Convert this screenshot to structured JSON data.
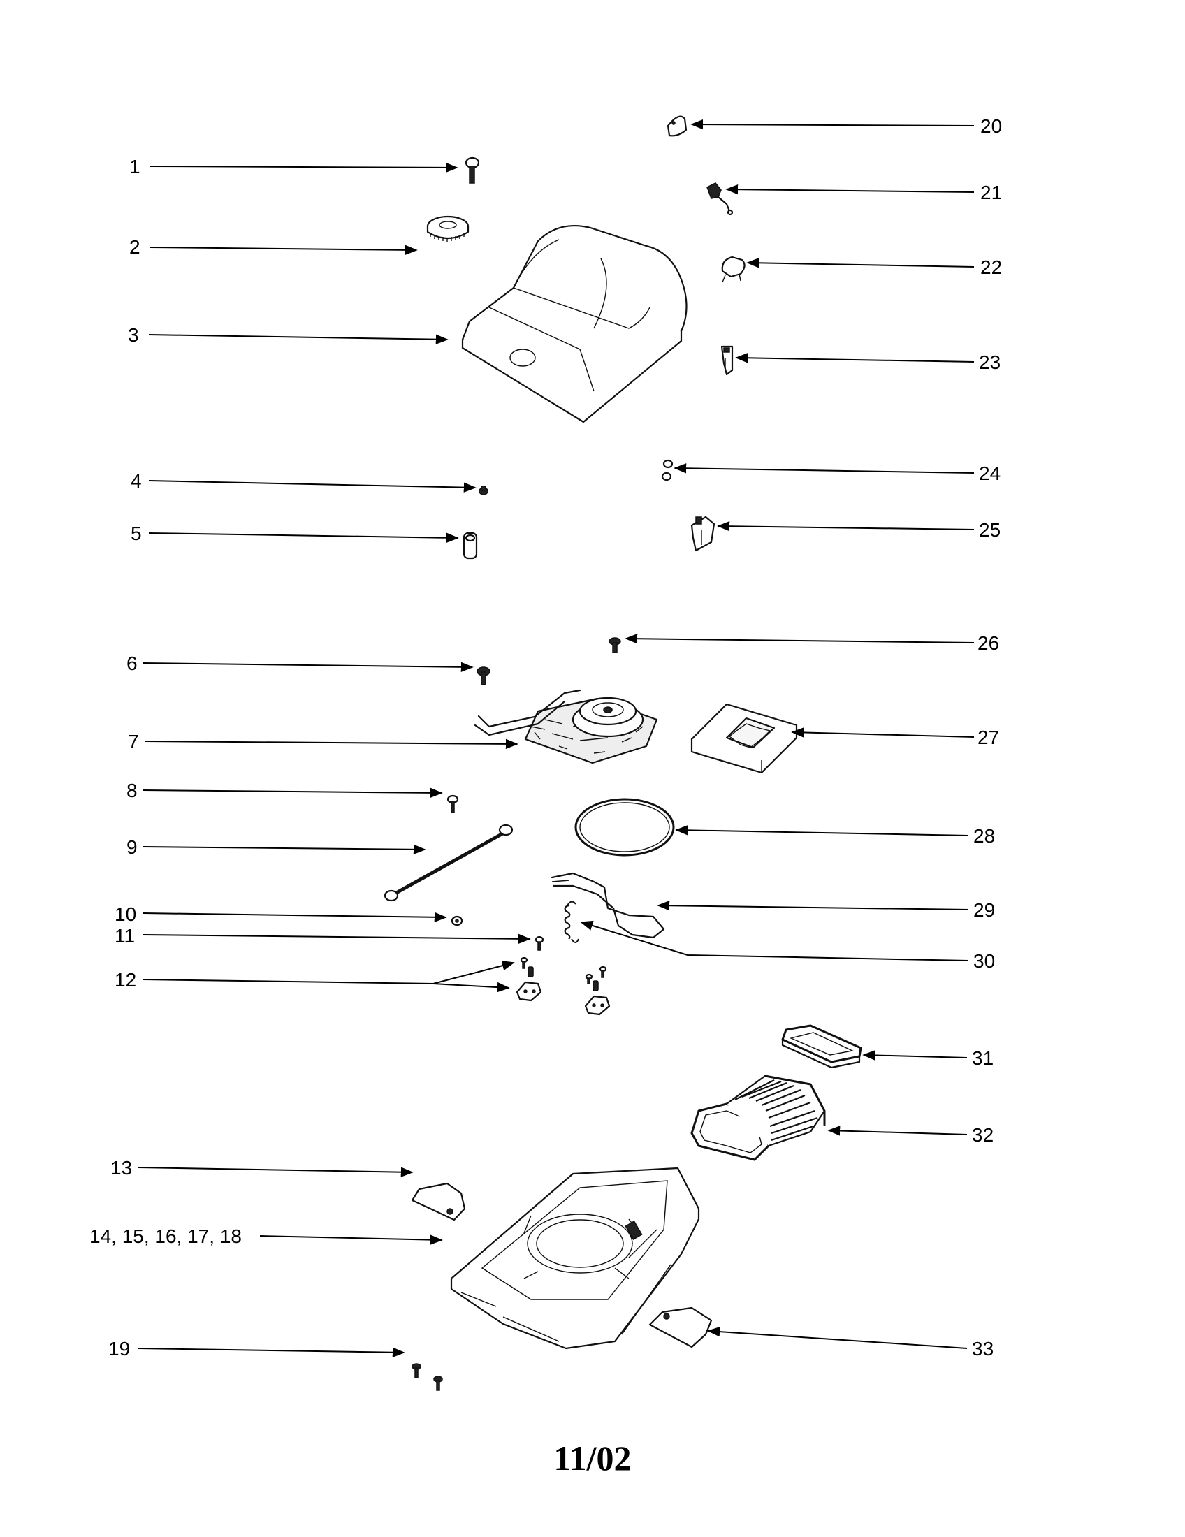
{
  "diagram": {
    "callouts": [
      {
        "id": "1",
        "label": "1"
      },
      {
        "id": "2",
        "label": "2"
      },
      {
        "id": "3",
        "label": "3"
      },
      {
        "id": "4",
        "label": "4"
      },
      {
        "id": "5",
        "label": "5"
      },
      {
        "id": "6",
        "label": "6"
      },
      {
        "id": "7",
        "label": "7"
      },
      {
        "id": "8",
        "label": "8"
      },
      {
        "id": "9",
        "label": "9"
      },
      {
        "id": "10",
        "label": "10"
      },
      {
        "id": "11",
        "label": "11"
      },
      {
        "id": "12",
        "label": "12"
      },
      {
        "id": "13",
        "label": "13"
      },
      {
        "id": "14-18",
        "label": "14, 15, 16, 17, 18"
      },
      {
        "id": "19",
        "label": "19"
      },
      {
        "id": "20",
        "label": "20"
      },
      {
        "id": "21",
        "label": "21"
      },
      {
        "id": "22",
        "label": "22"
      },
      {
        "id": "23",
        "label": "23"
      },
      {
        "id": "24",
        "label": "24"
      },
      {
        "id": "25",
        "label": "25"
      },
      {
        "id": "26",
        "label": "26"
      },
      {
        "id": "27",
        "label": "27"
      },
      {
        "id": "28",
        "label": "28"
      },
      {
        "id": "29",
        "label": "29"
      },
      {
        "id": "30",
        "label": "30"
      },
      {
        "id": "31",
        "label": "31"
      },
      {
        "id": "32",
        "label": "32"
      },
      {
        "id": "33",
        "label": "33"
      }
    ]
  },
  "footer": {
    "date_stamp": "11/02"
  }
}
